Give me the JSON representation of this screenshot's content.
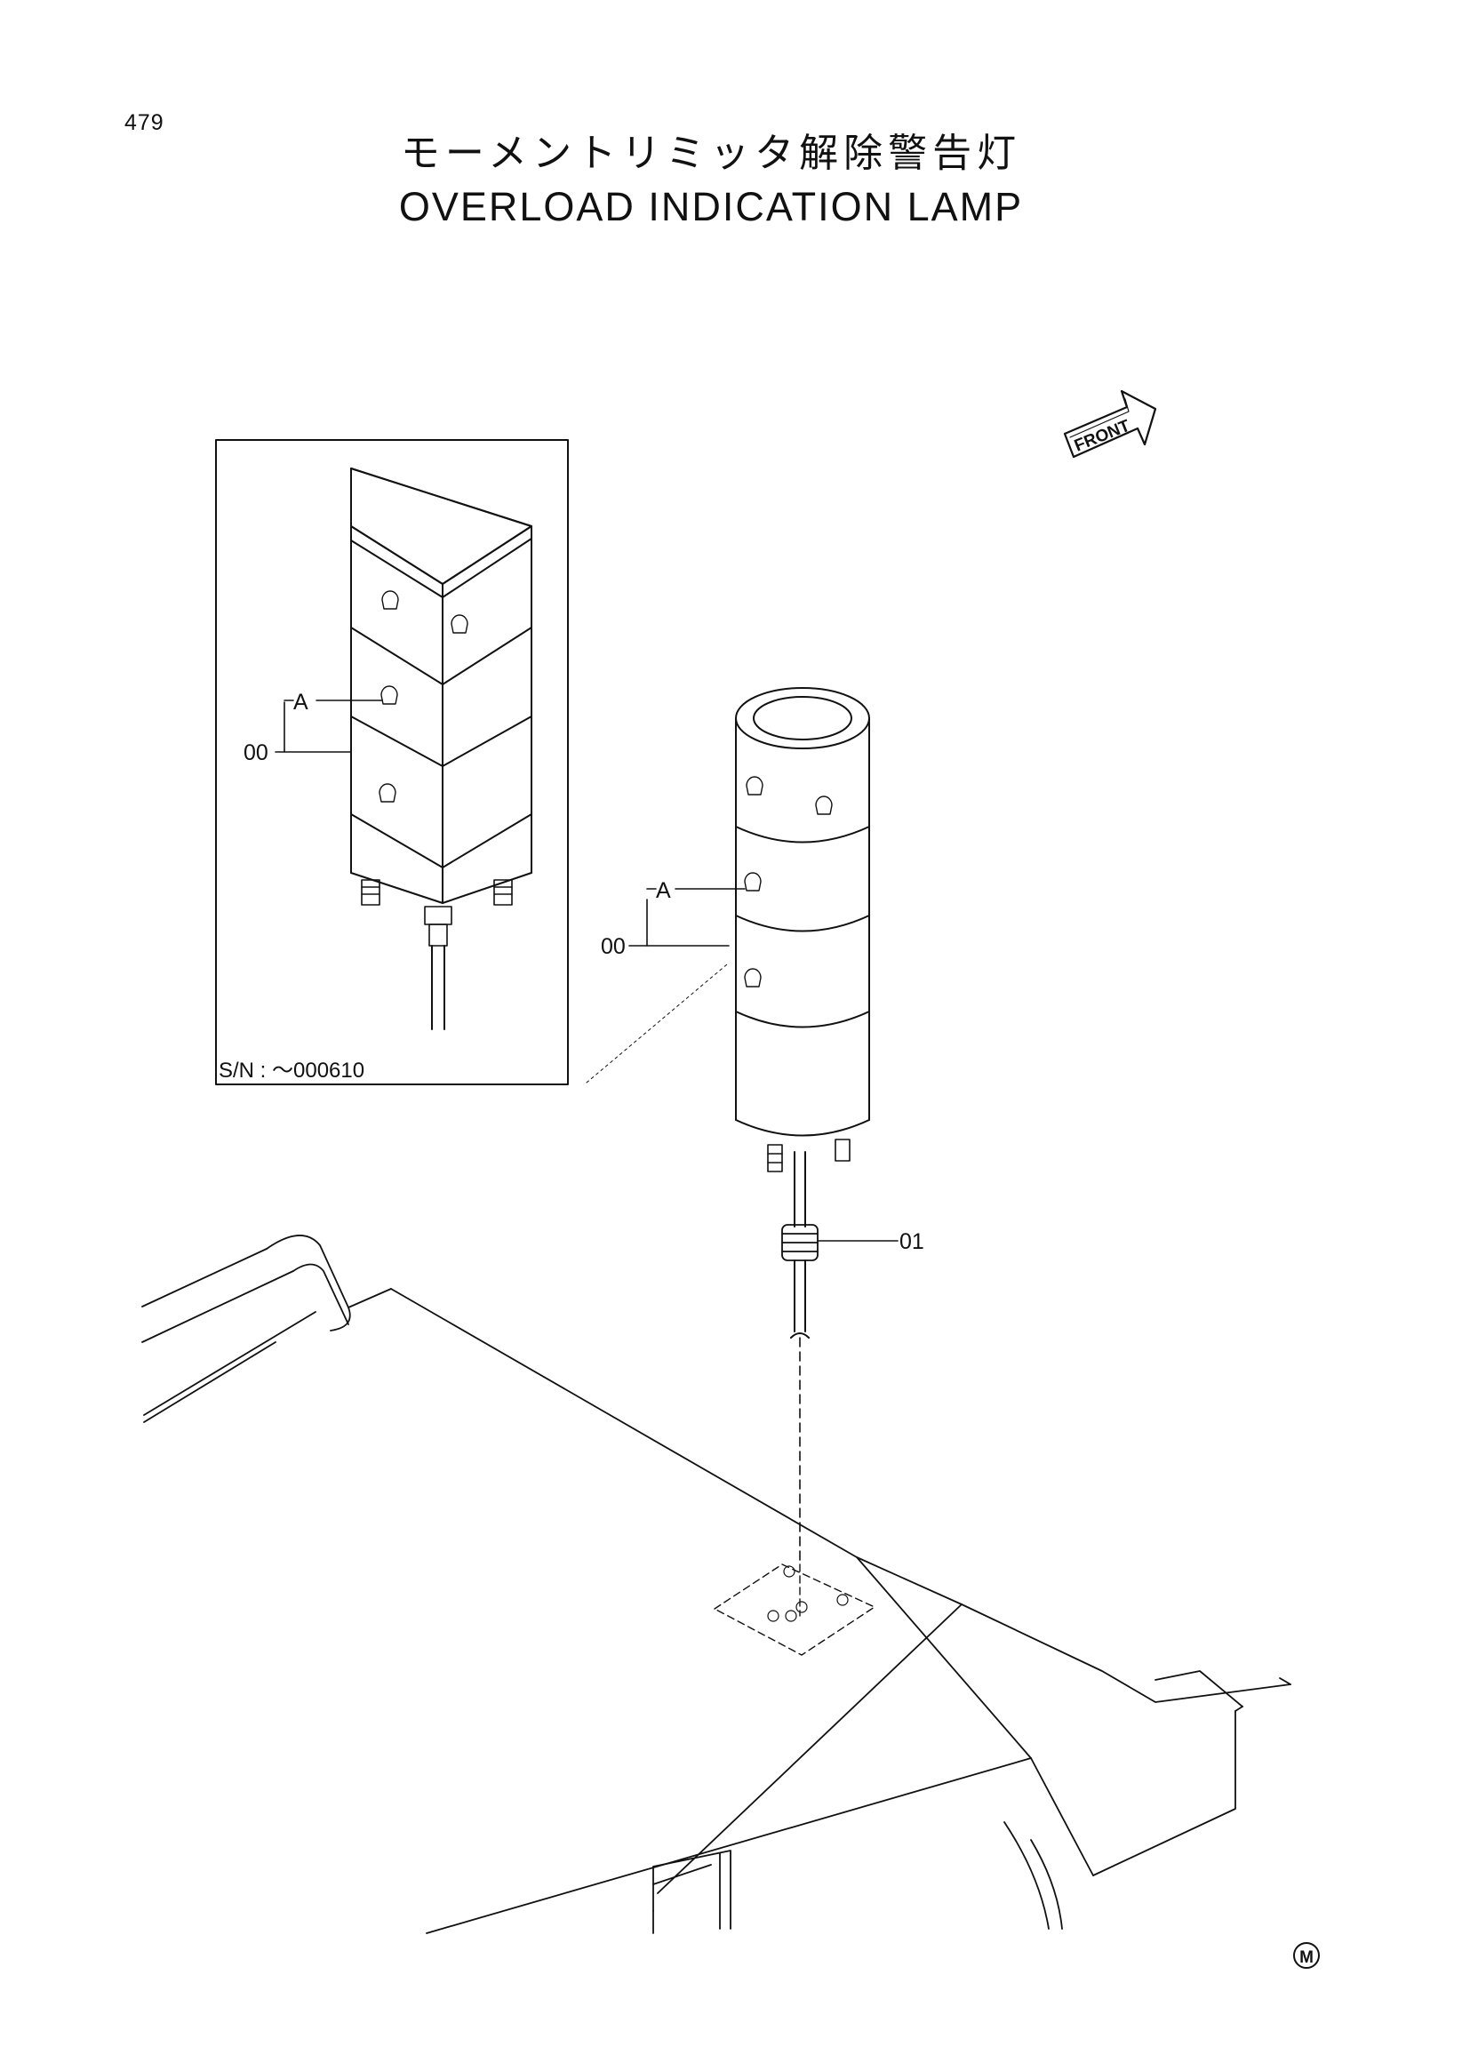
{
  "page": {
    "number": "479",
    "title_jp": "モーメントリミッタ解除警告灯",
    "title_en": "OVERLOAD INDICATION LAMP"
  },
  "front_marker": {
    "label": "FRONT"
  },
  "inset": {
    "serial_range": "S/N : ～000610",
    "callouts": [
      {
        "label": "A"
      },
      {
        "label": "00"
      }
    ]
  },
  "main_lamp": {
    "callouts": [
      {
        "label": "A"
      },
      {
        "label": "00"
      },
      {
        "label": "01"
      }
    ]
  },
  "manufacturer_mark": {
    "symbol": "M"
  }
}
